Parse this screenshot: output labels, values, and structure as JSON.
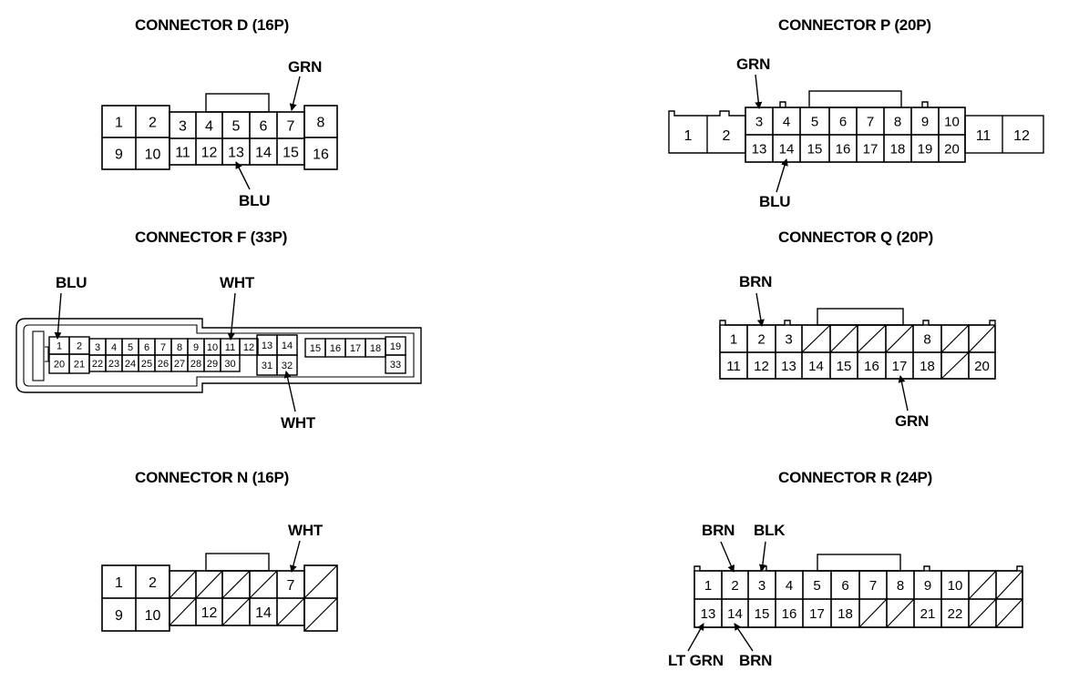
{
  "connectors": {
    "d": {
      "title": "CONNECTOR D (16P)",
      "top_pins": [
        "1",
        "2",
        "3",
        "4",
        "5",
        "6",
        "7",
        "8"
      ],
      "bottom_pins": [
        "9",
        "10",
        "11",
        "12",
        "13",
        "14",
        "15",
        "16"
      ],
      "callouts": {
        "top": "GRN",
        "bottom": "BLU"
      }
    },
    "p": {
      "title": "CONNECTOR P (20P)",
      "side_left": [
        "1",
        "2"
      ],
      "top_pins": [
        "3",
        "4",
        "5",
        "6",
        "7",
        "8",
        "9",
        "10"
      ],
      "bottom_pins": [
        "13",
        "14",
        "15",
        "16",
        "17",
        "18",
        "19",
        "20"
      ],
      "side_right": [
        "11",
        "12"
      ],
      "callouts": {
        "top": "GRN",
        "bottom": "BLU"
      }
    },
    "f": {
      "title": "CONNECTOR F (33P)",
      "top_pins": [
        "1",
        "2",
        "3",
        "4",
        "5",
        "6",
        "7",
        "8",
        "9",
        "10",
        "11",
        "12",
        "13",
        "14",
        "15",
        "16",
        "17",
        "18",
        "19"
      ],
      "bottom_pins": [
        "20",
        "21",
        "22",
        "23",
        "24",
        "25",
        "26",
        "27",
        "28",
        "29",
        "30",
        "31",
        "32",
        "33"
      ],
      "callouts": {
        "top_left": "BLU",
        "top_right": "WHT",
        "bottom": "WHT"
      }
    },
    "q": {
      "title": "CONNECTOR Q (20P)",
      "top_pins": [
        "1",
        "2",
        "3",
        "",
        "",
        "",
        "",
        "8",
        "",
        ""
      ],
      "bottom_pins": [
        "11",
        "12",
        "13",
        "14",
        "15",
        "16",
        "17",
        "18",
        "",
        "20"
      ],
      "callouts": {
        "top": "BRN",
        "bottom": "GRN"
      }
    },
    "n": {
      "title": "CONNECTOR N (16P)",
      "top_pins": [
        "1",
        "2",
        "",
        "",
        "",
        "",
        "7",
        ""
      ],
      "bottom_pins": [
        "9",
        "10",
        "",
        "12",
        "",
        "14",
        "",
        ""
      ],
      "callouts": {
        "top": "WHT"
      }
    },
    "r": {
      "title": "CONNECTOR R (24P)",
      "top_pins": [
        "1",
        "2",
        "3",
        "4",
        "5",
        "6",
        "7",
        "8",
        "9",
        "10",
        "",
        ""
      ],
      "bottom_pins": [
        "13",
        "14",
        "15",
        "16",
        "17",
        "18",
        "",
        "",
        "21",
        "22",
        "",
        ""
      ],
      "callouts": {
        "top_left": "BRN",
        "top_right": "BLK",
        "bottom_left": "LT GRN",
        "bottom_right": "BRN"
      }
    }
  }
}
